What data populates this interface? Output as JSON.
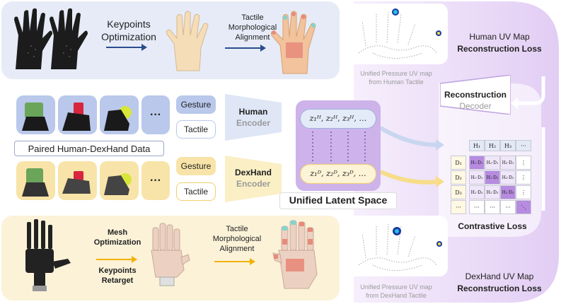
{
  "top": {
    "step1": [
      "Keypoints",
      "Optimization"
    ],
    "step2": [
      "Tactile",
      "Morphological",
      "Alignment"
    ]
  },
  "paired": {
    "label": "Paired Human-DexHand Data",
    "dots": "···"
  },
  "human_branch": {
    "gesture": "Gesture",
    "tactile": "Tactile",
    "encoder_name": "Human",
    "encoder_sub": "Encoder",
    "latent": "z₁ᴴ, z₂ᴴ, z₃ᴴ, …"
  },
  "dex_branch": {
    "gesture": "Gesture",
    "tactile": "Tactile",
    "encoder_name": "DexHand",
    "encoder_sub": "Encoder",
    "latent": "z₁ᴰ, z₂ᴰ, z₃ᴰ, …"
  },
  "latent_space": "Unified Latent Space",
  "decoder": {
    "title": "Reconstruction",
    "sub": "Decoder"
  },
  "human_uv": {
    "caption": [
      "Unified Pressure UV map",
      "from Human Tactile"
    ],
    "loss": [
      "Human UV Map",
      "Reconstruction Loss"
    ]
  },
  "dex_uv": {
    "caption": [
      "Unified Pressure UV map",
      "from DexHand Tactile"
    ],
    "loss": [
      "DexHand UV Map",
      "Reconstruction Loss"
    ]
  },
  "contrastive": {
    "title": "Contrastive  Loss",
    "cols": [
      "H₁",
      "H₂",
      "H₃",
      "···"
    ],
    "rows": [
      "D₁",
      "D₂",
      "D₃",
      "···"
    ],
    "grid": [
      [
        "H₁·D₁",
        "H₂·D₁",
        "H₃·D₁",
        "⋮"
      ],
      [
        "H₁·D₂",
        "H₂·D₂",
        "H₃·D₂",
        "⋮"
      ],
      [
        "H₁·D₃",
        "H₂·D₃",
        "H₃·D₃",
        "⋮"
      ],
      [
        "···",
        "···",
        "···",
        "⋱"
      ]
    ]
  },
  "bottom": {
    "step1": [
      "Mesh",
      "Optimization"
    ],
    "step1b": [
      "Keypoints",
      "Retarget"
    ],
    "step2": [
      "Tactile",
      "Morphological",
      "Alignment"
    ]
  },
  "colors": {
    "human": "#9fb2dd",
    "dex": "#f2cf6b",
    "purple": "#c7a6e6",
    "arrow_blue": "#2b4d8f",
    "arrow_yellow": "#f2b100"
  }
}
